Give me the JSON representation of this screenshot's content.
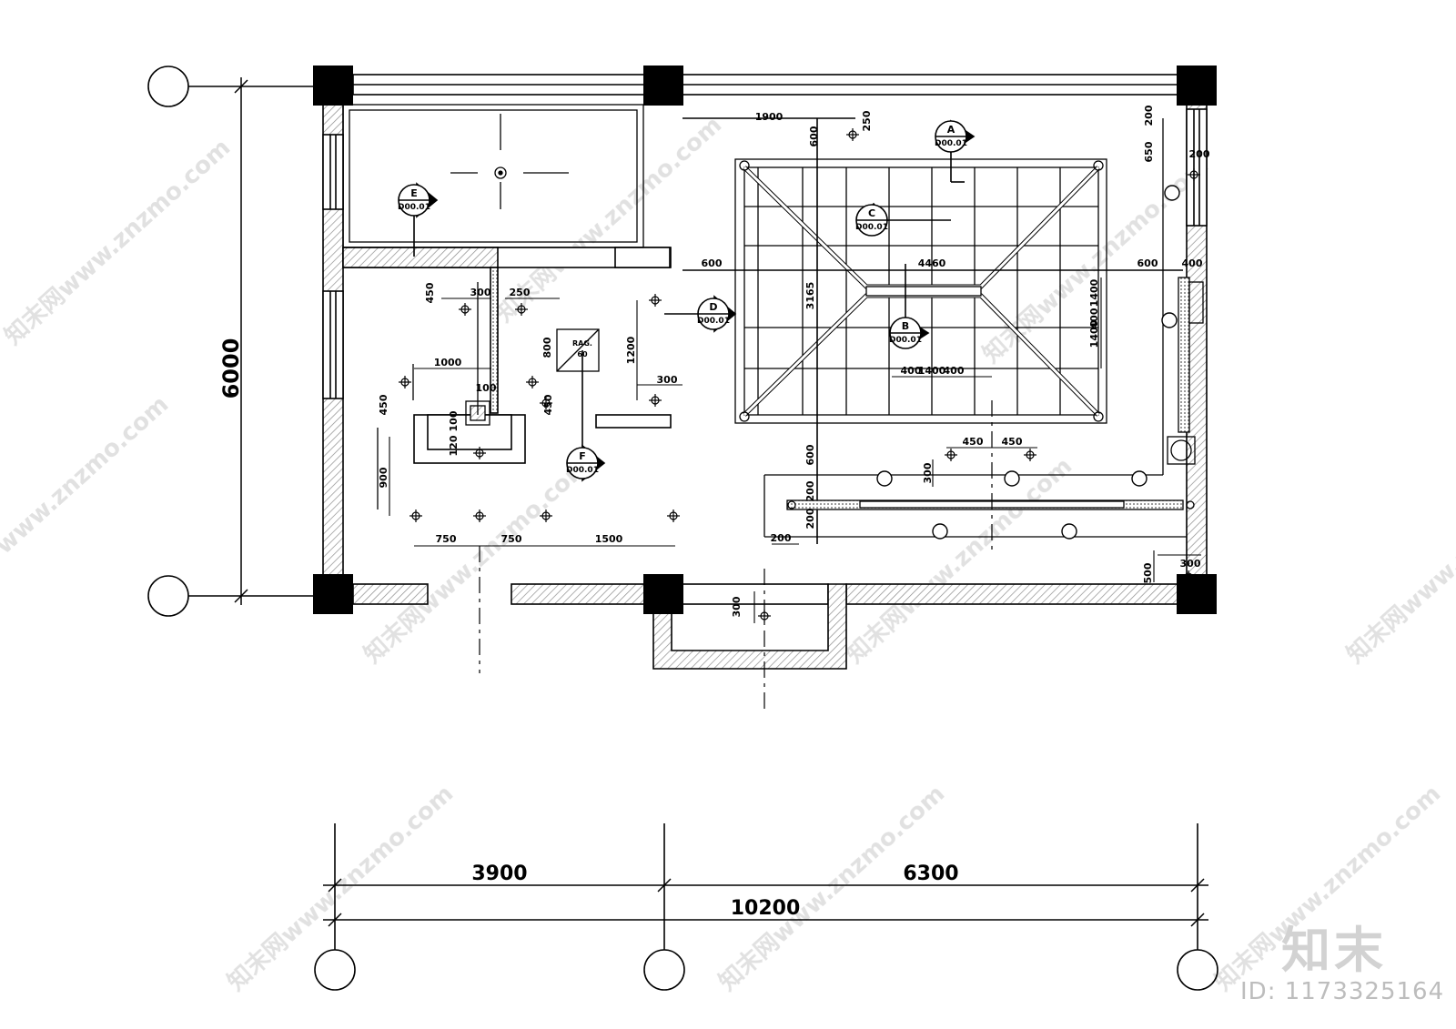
{
  "dimensions": {
    "overall_height": "6000",
    "bay_left": "3900",
    "bay_right": "6300",
    "overall_width": "10200"
  },
  "ceiling_dims": {
    "top_1900": "1900",
    "top_250": "250",
    "top_600": "600",
    "right_200a": "200",
    "right_650": "650",
    "right_200b": "200",
    "mid_600a": "600",
    "mid_4460": "4460",
    "mid_600b": "600",
    "mid_400": "400",
    "v_3165": "3165",
    "v_1400a": "1400",
    "v_400a": "400",
    "v_1400b": "1400",
    "h_400a": "400",
    "h_1400": "1400",
    "h_400b": "400",
    "low_600": "600",
    "low_200a": "200",
    "low_200b": "200",
    "low_200c": "200",
    "h_450a": "450",
    "h_450b": "450",
    "v_300": "300",
    "r_500": "500",
    "r_300": "300",
    "door_300": "300"
  },
  "left_dims": {
    "d450a": "450",
    "d300": "300",
    "d250": "250",
    "d1000": "1000",
    "d100": "100",
    "d800": "800",
    "d1200": "1200",
    "d300b": "300",
    "d450b": "450",
    "d450c": "450",
    "d100b": "100",
    "d120": "120",
    "d900": "900",
    "d750a": "750",
    "d750b": "750",
    "d1500": "1500"
  },
  "section_markers": {
    "A": {
      "letter": "A",
      "ref": "D00.01"
    },
    "B": {
      "letter": "B",
      "ref": "D00.01"
    },
    "C": {
      "letter": "C",
      "ref": "D00.01"
    },
    "D": {
      "letter": "D",
      "ref": "D00.01"
    },
    "E": {
      "letter": "E",
      "ref": "D00.01"
    },
    "F": {
      "letter": "F",
      "ref": "D00.01"
    }
  },
  "annotations": {
    "vent_label": "RAG.",
    "vent_sub": "60"
  },
  "watermark": {
    "site": "www.znzmo.com",
    "brand": "知末网",
    "logo": "知末",
    "id_text": "ID: 1173325164"
  },
  "colors": {
    "ink": "#000000",
    "hatch": "#9a9a9a",
    "watermark": "#c9c9c9"
  }
}
